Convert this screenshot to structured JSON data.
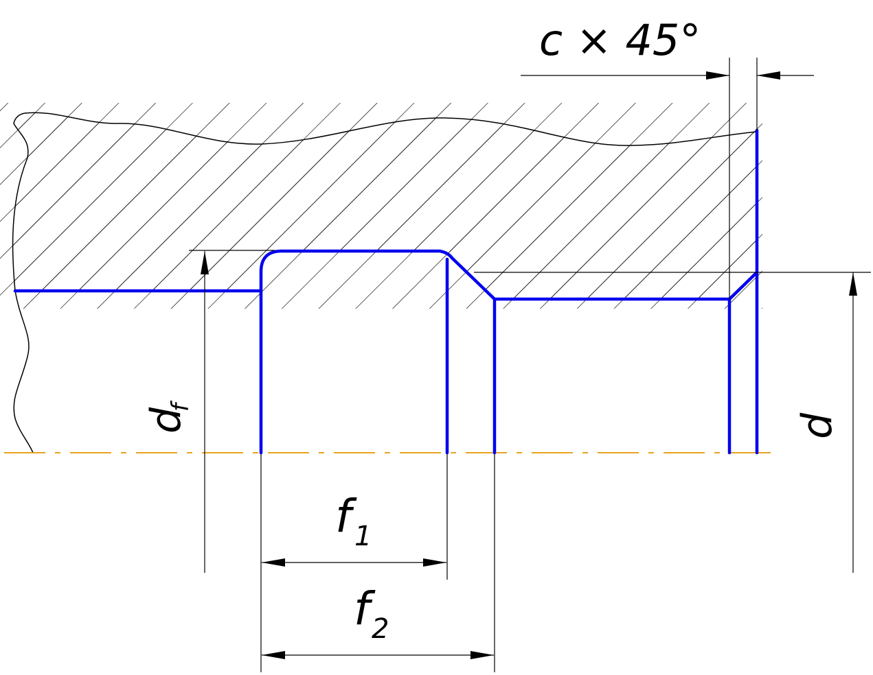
{
  "labels": {
    "chamfer": "c × 45°",
    "df_main": "d",
    "df_sub": "f",
    "d": "d",
    "f1_main": "f",
    "f1_sub": "1",
    "f2_main": "f",
    "f2_sub": "2"
  },
  "colors": {
    "outline": "#0000ee",
    "centerline": "#e69500",
    "dimension": "#000000",
    "hatch": "#000000"
  }
}
